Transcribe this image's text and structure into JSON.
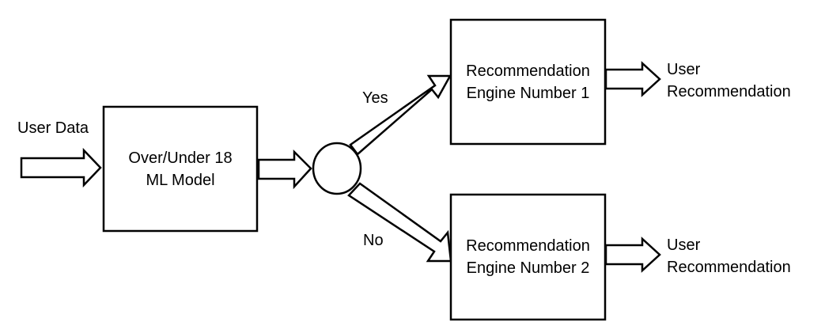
{
  "input": {
    "label": "User Data"
  },
  "model_box": {
    "line1": "Over/Under 18",
    "line2": "ML Model"
  },
  "branches": {
    "yes_label": "Yes",
    "no_label": "No"
  },
  "engine1": {
    "line1": "Recommendation",
    "line2": "Engine Number 1"
  },
  "engine2": {
    "line1": "Recommendation",
    "line2": "Engine Number 2"
  },
  "output1": {
    "line1": "User",
    "line2": "Recommendation"
  },
  "output2": {
    "line1": "User",
    "line2": "Recommendation"
  },
  "colors": {
    "stroke": "#000000",
    "fill": "#ffffff"
  }
}
